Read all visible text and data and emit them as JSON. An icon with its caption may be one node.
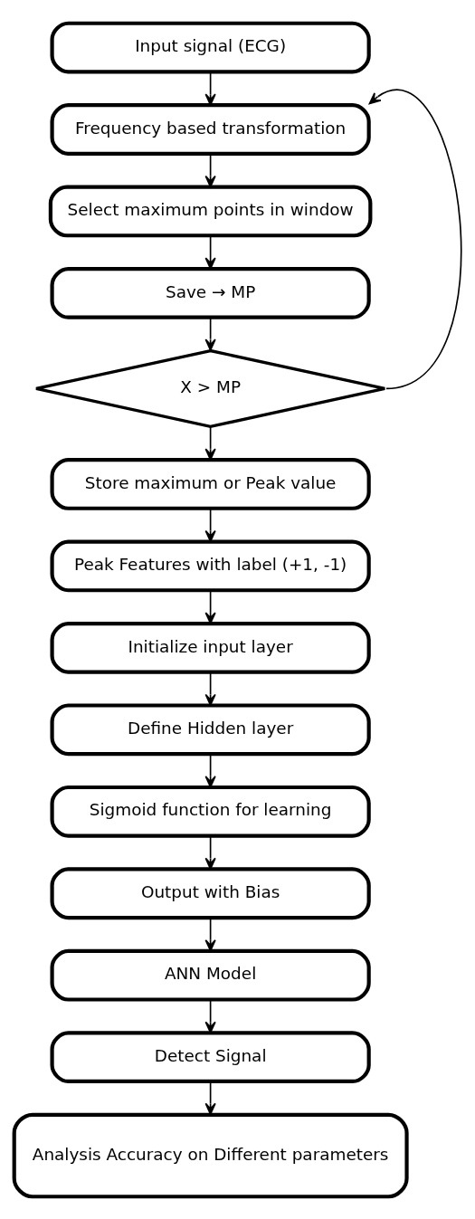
{
  "diagram": {
    "nodes": [
      {
        "text": [
          "Input signal (ECG)"
        ]
      },
      {
        "text": [
          "Frequency based transformation"
        ]
      },
      {
        "text": [
          "Select maximum points in window"
        ]
      },
      {
        "text": [
          "Save → MP"
        ]
      },
      {
        "text": [
          "X > MP"
        ]
      },
      {
        "text": [
          "Store maximum or Peak value"
        ]
      },
      {
        "text": [
          "Peak Features with label (+1, -1)"
        ]
      },
      {
        "text": [
          "Initialize input layer"
        ]
      },
      {
        "text": [
          "Define Hidden layer"
        ]
      },
      {
        "text": [
          "Sigmoid function for learning"
        ]
      },
      {
        "text": [
          "Output with Bias"
        ]
      },
      {
        "text": [
          "ANN Model"
        ]
      },
      {
        "text": [
          "Detect Signal"
        ]
      },
      {
        "text": [
          "Analysis Accuracy on Different parameters"
        ]
      }
    ],
    "edges": [
      {
        "from": 0,
        "to": 1,
        "arrow": "to"
      },
      {
        "from": 1,
        "to": 2,
        "arrow": "to"
      },
      {
        "from": 2,
        "to": 3,
        "arrow": "to"
      },
      {
        "from": 3,
        "to": 4,
        "arrow": "to"
      },
      {
        "from": 4,
        "to": 5,
        "arrow": "to"
      },
      {
        "from": 5,
        "to": 6,
        "arrow": "to"
      },
      {
        "from": 6,
        "to": 7,
        "arrow": "to"
      },
      {
        "from": 7,
        "to": 8,
        "arrow": "to"
      },
      {
        "from": 8,
        "to": 9,
        "arrow": "to"
      },
      {
        "from": 9,
        "to": 10,
        "arrow": "to"
      },
      {
        "from": 10,
        "to": 11,
        "arrow": "to"
      },
      {
        "from": 11,
        "to": 12,
        "arrow": "to"
      },
      {
        "from": 12,
        "to": 13,
        "arrow": "to"
      },
      {
        "from": 4,
        "to": 1,
        "arrow": "to"
      }
    ]
  }
}
